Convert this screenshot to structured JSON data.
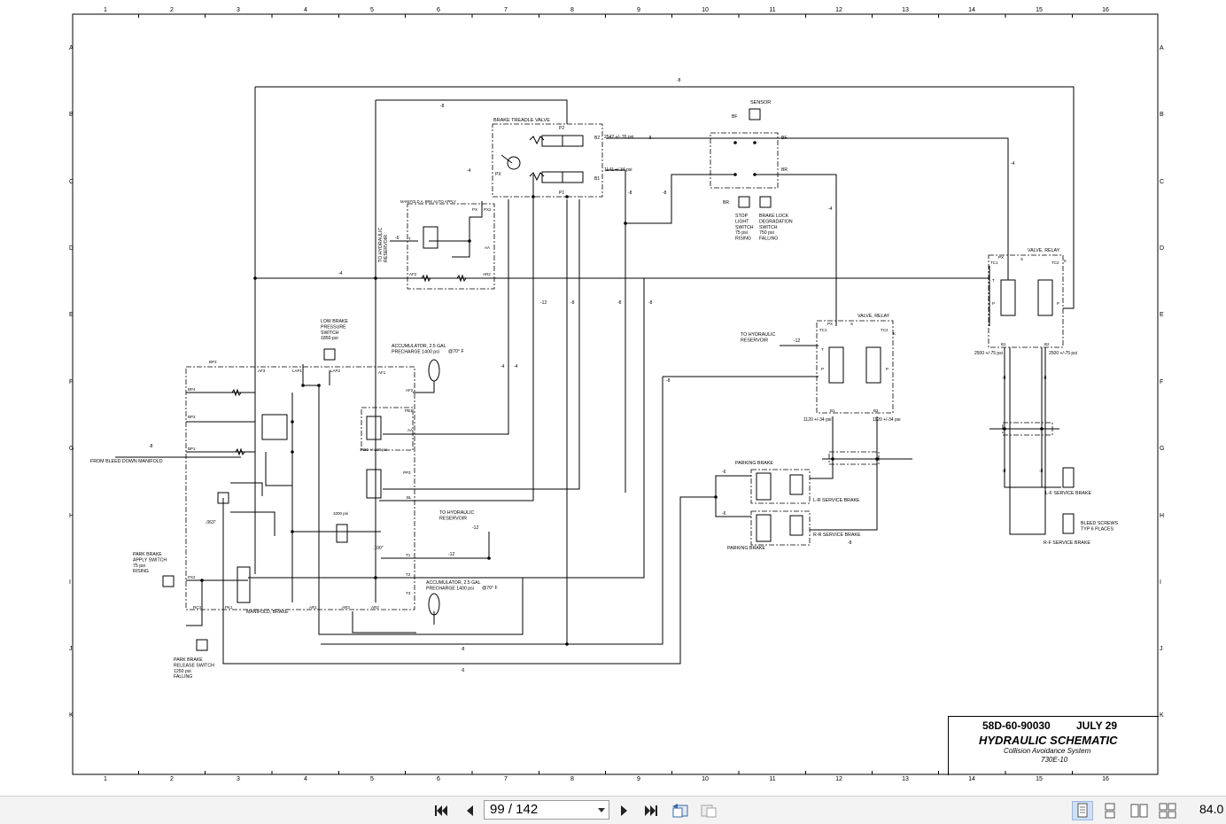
{
  "drawing": {
    "column_numbers": [
      "1",
      "2",
      "3",
      "4",
      "5",
      "6",
      "7",
      "8",
      "9",
      "10",
      "11",
      "12",
      "13",
      "14",
      "15",
      "16"
    ],
    "row_letters": [
      "A",
      "B",
      "C",
      "D",
      "E",
      "F",
      "G",
      "H",
      "I",
      "J",
      "K"
    ],
    "labels": {
      "brake_treadle_valve": "BRAKE TREADLE VALVE",
      "sensor": "SENSOR",
      "bf": "BF",
      "br": "BR",
      "p2": "P2",
      "p1": "P1",
      "b2": "B2",
      "b1": "B1",
      "px": "PX",
      "b2_pressure": "2542 +/- 76 psi",
      "b1_pressure": "1141 +/-34 psi",
      "stop_light_switch": "STOP\nLIGHT\nSWITCH\n75 psi\nRISING",
      "brake_lock_switch": "BRAKE LOCK\nDEGRADATION\nSWITCH\n750 psi\nFALLING",
      "manifold_auto_apply": "MANIFOLD A, BRK AUTO APPLY",
      "to_hydraulic_reservoir_v": "TO HYDRAULIC\nRESERVOIR",
      "to_hydraulic_reservoir": "TO HYDRAULIC\nRESERVOIR",
      "to_hydraulic_reservoir_2": "TO HYDRAULIC\nRESERVOIR",
      "low_brake_pressure_switch": "LOW BRAKE\nPRESSURE\nSWITCH\n1850 psi",
      "accumulator_1": "ACCUMULATOR, 2.5 GAL\nPRECHARGE 1400 psi",
      "accumulator_2": "ACCUMULATOR, 2.5 GAL\nPRECHARGE 1400 psi",
      "at_70": "@70° F",
      "from_bleed_down": "FROM BLEED DOWN MANIFOLD",
      "park_brake_apply_switch": "PARK BRAKE\nAPPLY SWITCH\n75 psi\nRISING",
      "park_brake_release_switch": "PARK BRAKE\nRELEASE SWITCH\n1250 psi\nFALLING",
      "manifold_brake": "MANIFOLD, BRAKE",
      "valve_relay_1": "VALVE, RELAY",
      "valve_relay_2": "VALVE, RELAY",
      "relay1_b1": "1120 +/-34 psi",
      "relay1_b2": "1120 +/-34 psi",
      "relay2_b1": "2500 +/-75 psi",
      "relay2_b2": "2500 +/-75 psi",
      "parking_brake_top": "PARKING BRAKE",
      "parking_brake_bottom": "PARKING BRAKE",
      "lr_service_brake": "L-R SERVICE BRAKE",
      "rr_service_brake": "R-R SERVICE BRAKE",
      "lf_service_brake": "L-F SERVICE BRAKE",
      "rf_service_brake": "R-F SERVICE BRAKE",
      "bleed_screws": "BLEED SCREWS\nTYP 6 PLACES",
      "orifice_063": ".063\"",
      "orifice_100": ".100\"",
      "relief_1000": "1000 psi",
      "relief_1650": "1650 +/-100 psi",
      "ports": {
        "bp3": "BP3",
        "bp4": "BP4",
        "bp2": "BP2",
        "bp1": "BP1",
        "af3": "AF3",
        "af1": "AF1",
        "af2": "AF2",
        "lap1": "LAP1",
        "lap2": "LAP2",
        "pb1": "PB1",
        "aa": "AA",
        "pp3": "PP3",
        "bl": "BL",
        "t1": "T1",
        "t2": "T2",
        "t3": "T3",
        "px2": "PX2",
        "pk1": "PK1",
        "rc3": "RC3",
        "ar1": "AR1",
        "ar3": "AR3",
        "ar2": "AR2",
        "t": "T",
        "px2b": "PX2",
        "ar2b": "AR2",
        "af2b": "AF2",
        "pxb": "PX",
        "tc1": "TC1",
        "tc2": "TC2",
        "s": "S",
        "p": "P",
        "k": "K"
      },
      "line_sizes": {
        "n8": "-8",
        "n4": "-4",
        "n6": "-6",
        "n12": "-12"
      }
    },
    "title_block": {
      "number": "58D-60-90030",
      "date": "JULY 29",
      "title": "HYDRAULIC SCHEMATIC",
      "subtitle": "Collision Avoidance System",
      "model": "730E-10"
    }
  },
  "toolbar": {
    "page_indicator": "99 / 142",
    "zoom": "84.0"
  }
}
